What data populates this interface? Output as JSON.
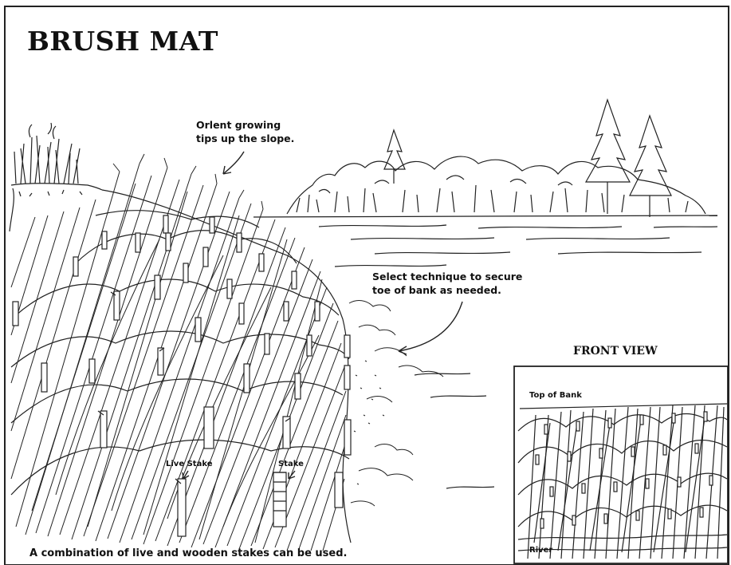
{
  "title": "BRUSH MAT",
  "labels": {
    "orient_line1": "Orlent growing",
    "orient_line2": "tips up the slope.",
    "select_line1": "Select technique to secure",
    "select_line2": "toe of bank as needed.",
    "live_stake": "Live Stake",
    "stake": "Stake",
    "caption": "A combination of live and  wooden stakes can be used."
  },
  "front_view": {
    "title": "FRONT VIEW",
    "top_of_bank": "Top of Bank",
    "river": "River"
  }
}
